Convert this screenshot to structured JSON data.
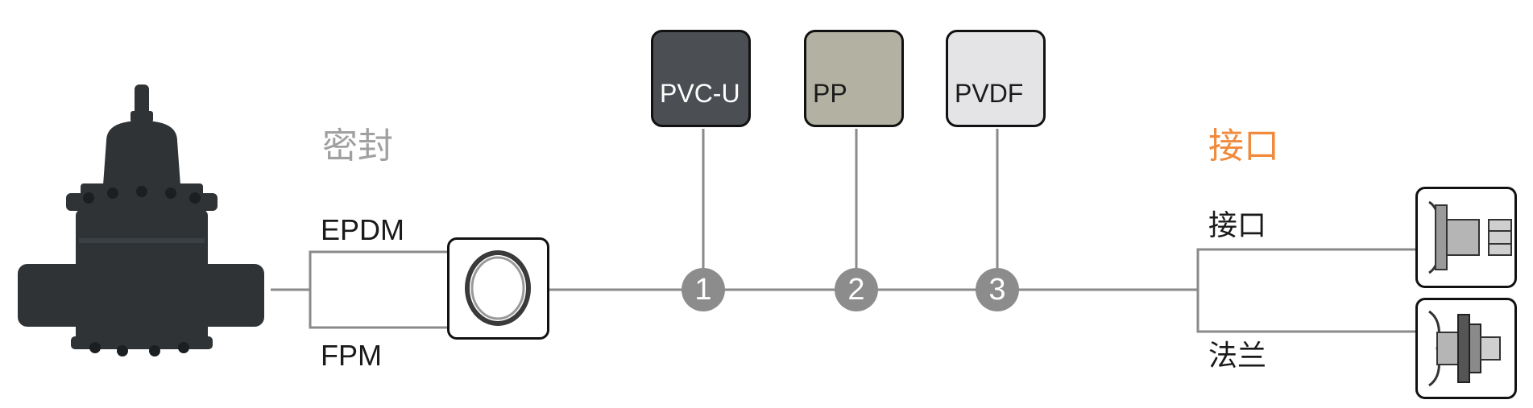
{
  "sealing": {
    "heading": "密封",
    "options": [
      "EPDM",
      "FPM"
    ]
  },
  "materials": [
    {
      "label": "PVC-U",
      "number": "1",
      "color": "#4b4f54",
      "text_color": "#ffffff"
    },
    {
      "label": "PP",
      "number": "2",
      "color": "#b3b1a2",
      "text_color": "#1a1a1a"
    },
    {
      "label": "PVDF",
      "number": "3",
      "color": "#e4e4e6",
      "text_color": "#1a1a1a"
    }
  ],
  "connection": {
    "heading": "接口",
    "heading_color": "#f08a3c",
    "options": [
      "接口",
      "法兰"
    ]
  },
  "colors": {
    "line": "#8a8a8a",
    "valve": "#2f3336",
    "heading_gray": "#a0a0a0"
  }
}
